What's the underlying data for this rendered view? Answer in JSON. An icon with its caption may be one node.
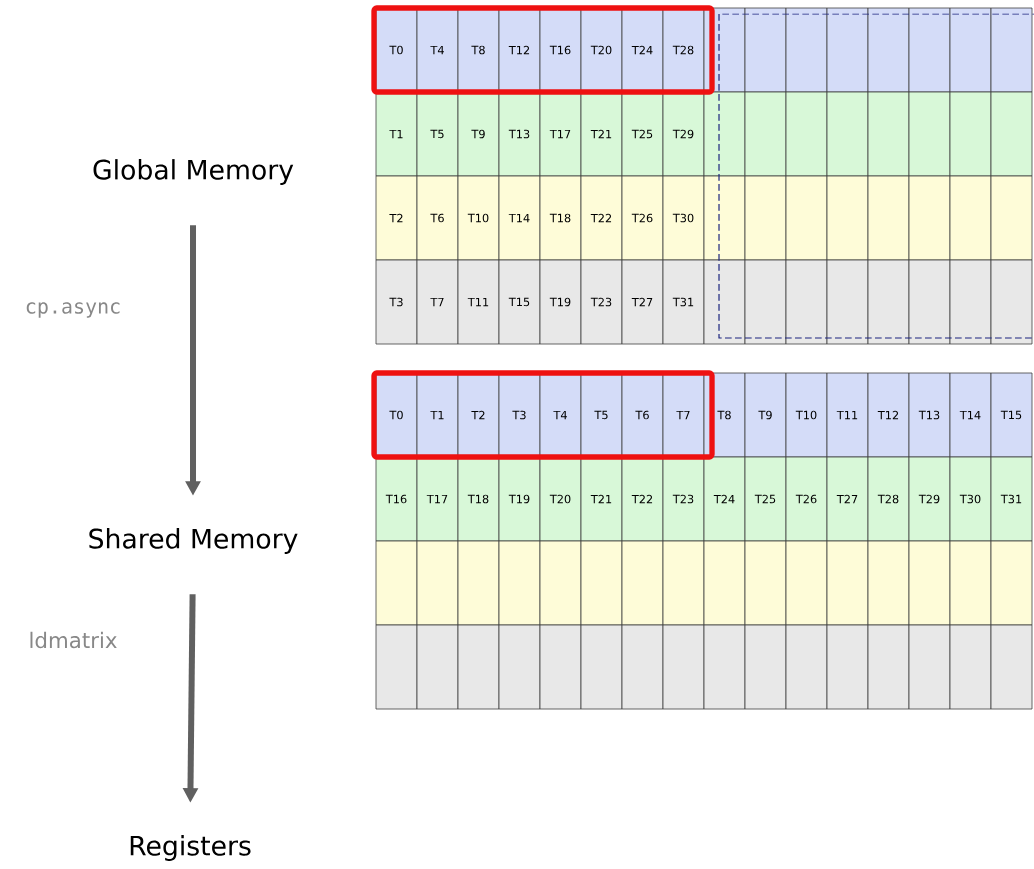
{
  "diagram": {
    "nodes": [
      {
        "text": [
          "Global Memory"
        ]
      },
      {
        "text": [
          "Shared Memory"
        ]
      },
      {
        "text": [
          "Registers"
        ]
      }
    ],
    "edges": [
      {
        "from": 0,
        "to": 1,
        "arrow": "to",
        "label": "cp.async"
      },
      {
        "from": 1,
        "to": 2,
        "arrow": "to",
        "label": "ldmatrix"
      }
    ],
    "labels": [
      "T0",
      "T4",
      "T8",
      "T12",
      "T16",
      "T20",
      "T24",
      "T28",
      "T1",
      "T5",
      "T9",
      "T13",
      "T17",
      "T21",
      "T25",
      "T29",
      "T2",
      "T6",
      "T10",
      "T14",
      "T18",
      "T22",
      "T26",
      "T30",
      "T3",
      "T7",
      "T11",
      "T15",
      "T19",
      "T23",
      "T27",
      "T31",
      "T0",
      "T1",
      "T2",
      "T3",
      "T4",
      "T5",
      "T6",
      "T7",
      "T8",
      "T9",
      "T10",
      "T11",
      "T12",
      "T13",
      "T14",
      "T15",
      "T16",
      "T17",
      "T18",
      "T19",
      "T20",
      "T21",
      "T22",
      "T23",
      "T24",
      "T25",
      "T26",
      "T27",
      "T28",
      "T29",
      "T30",
      "T31"
    ]
  }
}
